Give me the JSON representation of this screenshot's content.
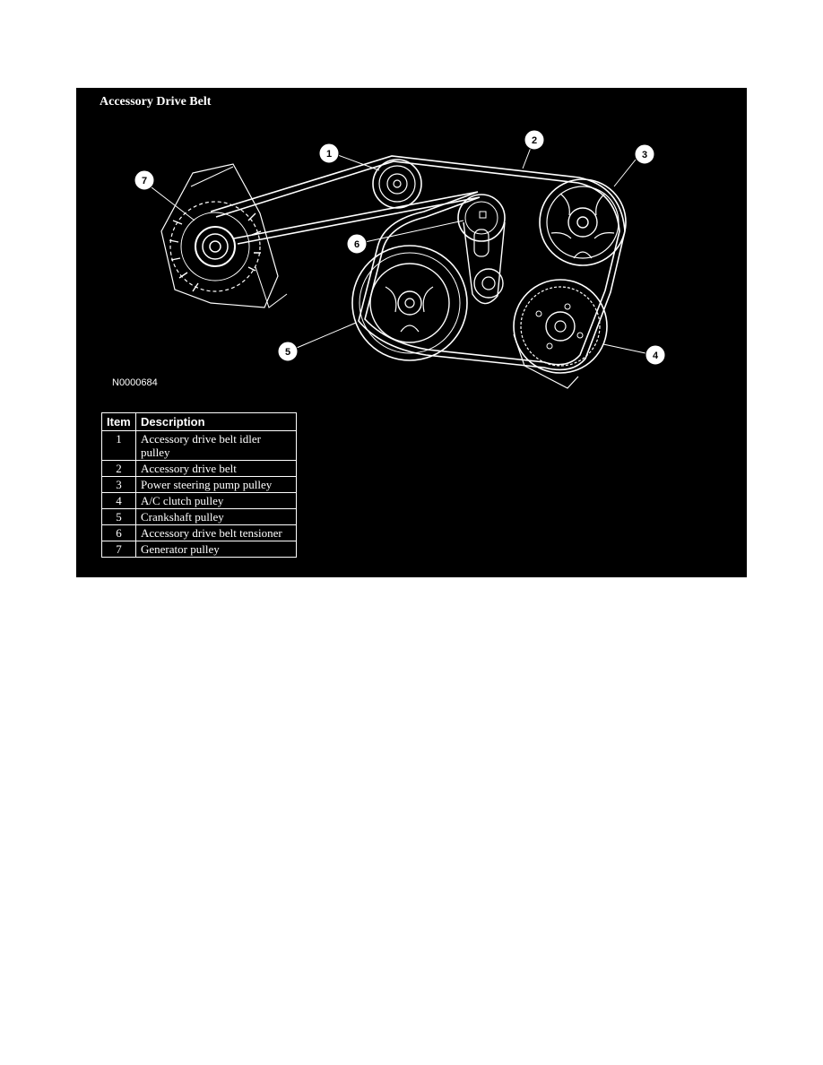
{
  "figure": {
    "title": "Accessory Drive Belt",
    "code": "N0000684",
    "callouts": [
      "1",
      "2",
      "3",
      "4",
      "5",
      "6",
      "7"
    ]
  },
  "legend": {
    "headers": [
      "Item",
      "Description"
    ],
    "rows": [
      {
        "item": "1",
        "description": "Accessory drive belt idler pulley"
      },
      {
        "item": "2",
        "description": "Accessory drive belt"
      },
      {
        "item": "3",
        "description": "Power steering pump pulley"
      },
      {
        "item": "4",
        "description": "A/C clutch pulley"
      },
      {
        "item": "5",
        "description": "Crankshaft pulley"
      },
      {
        "item": "6",
        "description": "Accessory drive belt tensioner"
      },
      {
        "item": "7",
        "description": "Generator pulley"
      }
    ]
  },
  "colors": {
    "background": "#000000",
    "lines": "#ffffff"
  }
}
